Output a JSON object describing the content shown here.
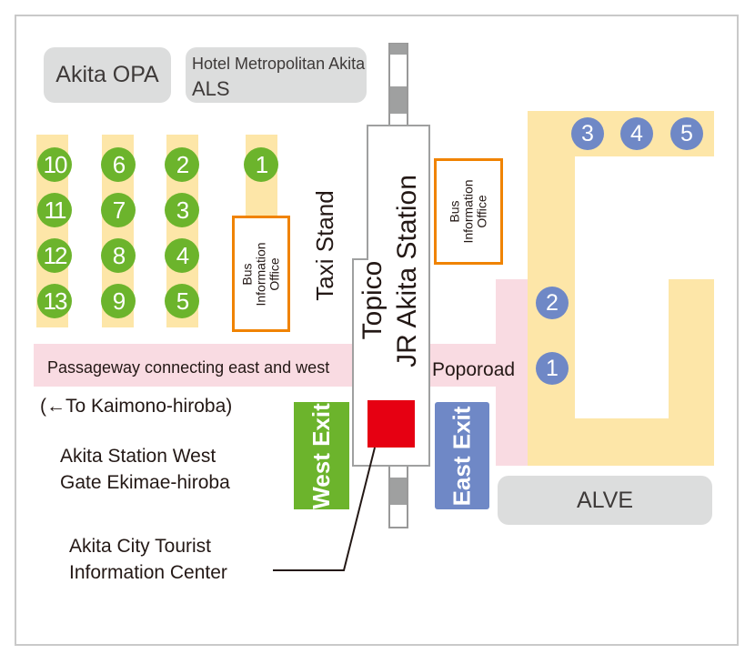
{
  "buildings": {
    "akita_opa": "Akita OPA",
    "hotel_line1": "Hotel Metropolitan Akita",
    "hotel_line2": "ALS",
    "alve": "ALVE"
  },
  "station": {
    "name": "JR Akita Station",
    "topico": "Topico"
  },
  "west_bus_stops": [
    "1",
    "2",
    "3",
    "4",
    "5",
    "6",
    "7",
    "8",
    "9",
    "10",
    "11",
    "12",
    "13"
  ],
  "east_bus_stops": [
    "1",
    "2",
    "3",
    "4",
    "5"
  ],
  "bus_info": {
    "line1": "Bus",
    "line2": "Information",
    "line3": "Office"
  },
  "taxi_stand": "Taxi Stand",
  "passageway": "Passageway connecting east and west",
  "poporoad": "Poporoad",
  "kaimono": "(←To Kaimono-hiroba)",
  "west_gate": {
    "line1": "Akita Station West",
    "line2": "Gate Ekimae-hiroba"
  },
  "tourist_center": {
    "line1": "Akita City Tourist",
    "line2": "Information Center"
  },
  "exits": {
    "west": "West Exit",
    "east": "East Exit"
  },
  "colors": {
    "green": "#6cb42c",
    "blue": "#6f88c6",
    "orange": "#f08300",
    "red": "#e60012",
    "yellow": "#fde6a8",
    "pink": "#f9dbe2"
  }
}
